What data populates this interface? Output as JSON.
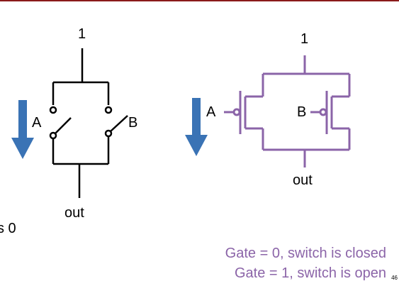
{
  "left_diagram": {
    "vdd_label": "1",
    "input_a_label": "A",
    "input_b_label": "B",
    "output_label": "out",
    "cut_text": "s 0"
  },
  "right_diagram": {
    "vdd_label": "1",
    "input_a_label": "A",
    "input_b_label": "B",
    "output_label": "out"
  },
  "notes": {
    "line1": "Gate = 0, switch is closed",
    "line2": "Gate = 1, switch is open"
  },
  "page_number": "46",
  "colors": {
    "arrow": "#3a73b5",
    "pmos_wire": "#8b64a8",
    "header_rule": "#8a1a1a"
  }
}
